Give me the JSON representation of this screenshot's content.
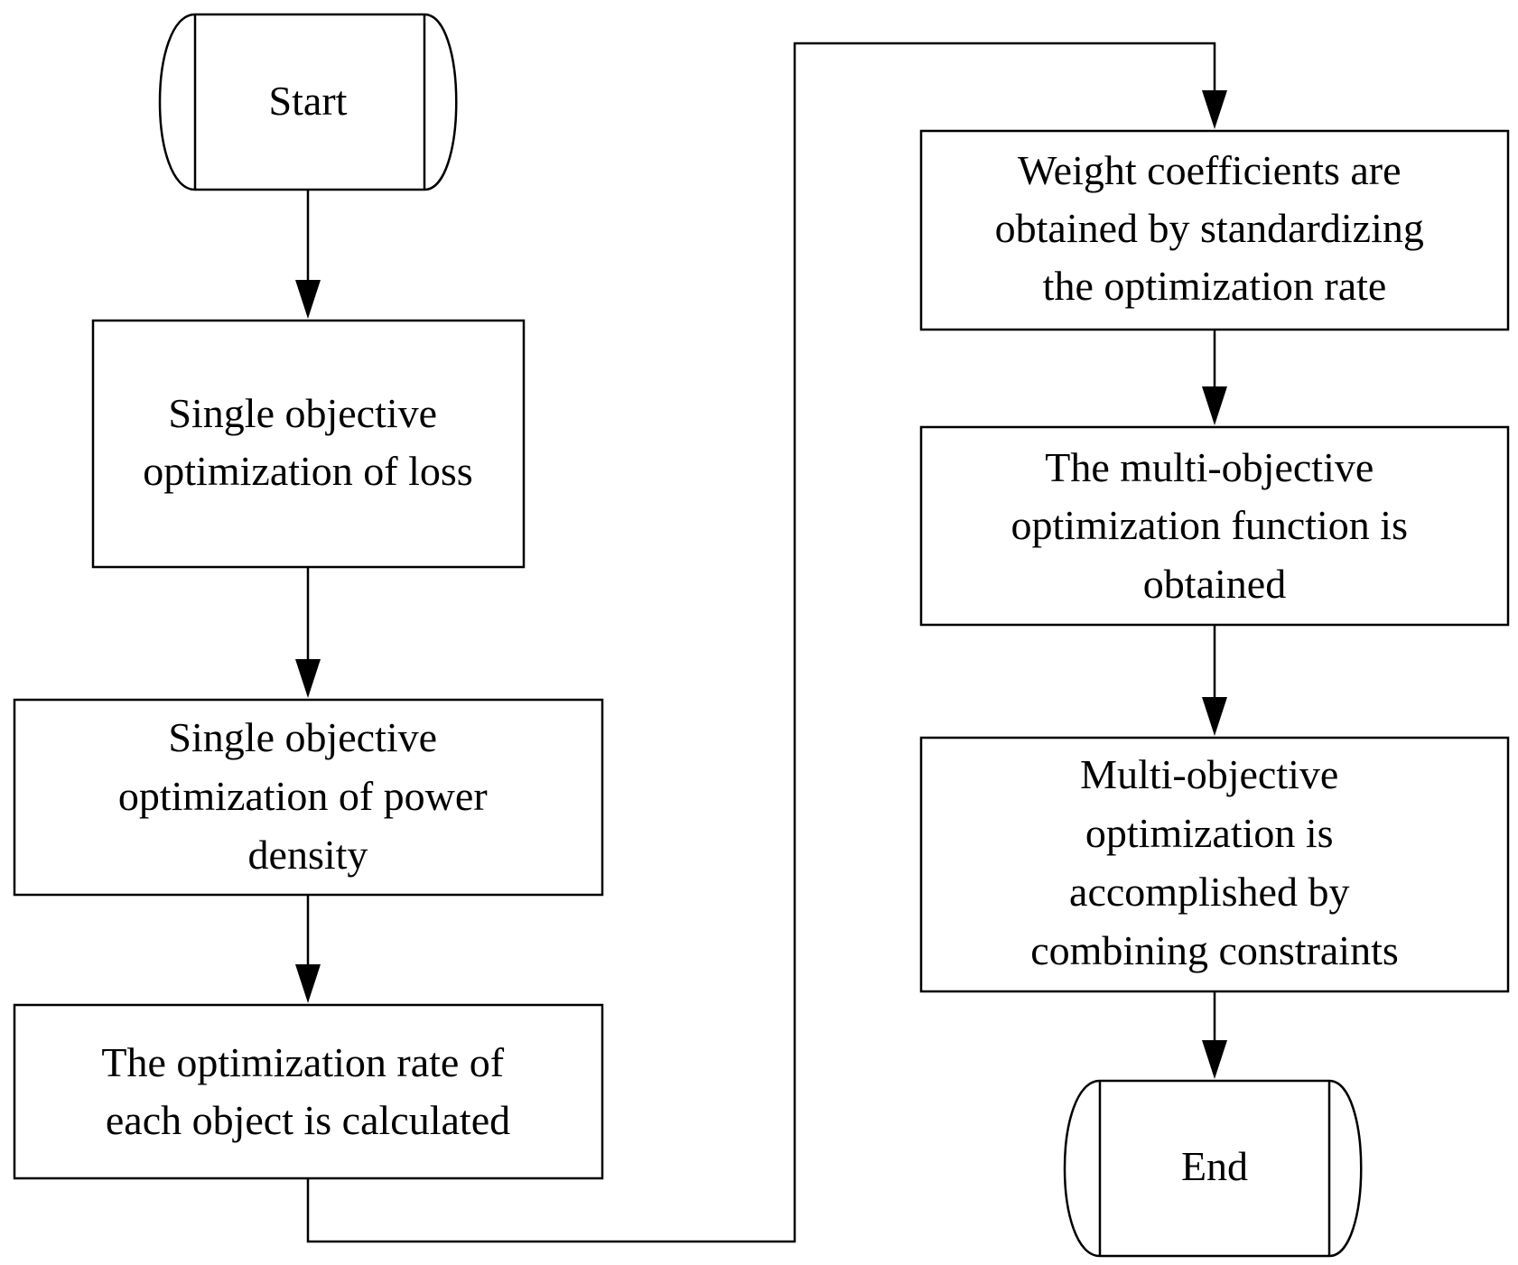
{
  "diagram": {
    "type": "flowchart",
    "nodes": {
      "start": {
        "shape": "terminator",
        "lines": [
          "Start"
        ]
      },
      "loss_opt": {
        "shape": "process",
        "lines": [
          "Single objective",
          "optimization of loss"
        ]
      },
      "power_opt": {
        "shape": "process",
        "lines": [
          "Single objective",
          "optimization of power",
          "density"
        ]
      },
      "rate_calc": {
        "shape": "process",
        "lines": [
          "The optimization rate of",
          "each object is calculated"
        ]
      },
      "weights": {
        "shape": "process",
        "lines": [
          "Weight coefficients are",
          "obtained by standardizing",
          "the optimization rate"
        ]
      },
      "multi_func": {
        "shape": "process",
        "lines": [
          "The multi-objective",
          "optimization function is",
          "obtained"
        ]
      },
      "multi_opt": {
        "shape": "process",
        "lines": [
          "Multi-objective",
          "optimization is",
          "accomplished by",
          "combining constraints"
        ]
      },
      "end": {
        "shape": "terminator",
        "lines": [
          "End"
        ]
      }
    },
    "edges": [
      {
        "from": "start",
        "to": "loss_opt"
      },
      {
        "from": "loss_opt",
        "to": "power_opt"
      },
      {
        "from": "power_opt",
        "to": "rate_calc"
      },
      {
        "from": "rate_calc",
        "to": "weights"
      },
      {
        "from": "weights",
        "to": "multi_func"
      },
      {
        "from": "multi_func",
        "to": "multi_opt"
      },
      {
        "from": "multi_opt",
        "to": "end"
      }
    ]
  }
}
